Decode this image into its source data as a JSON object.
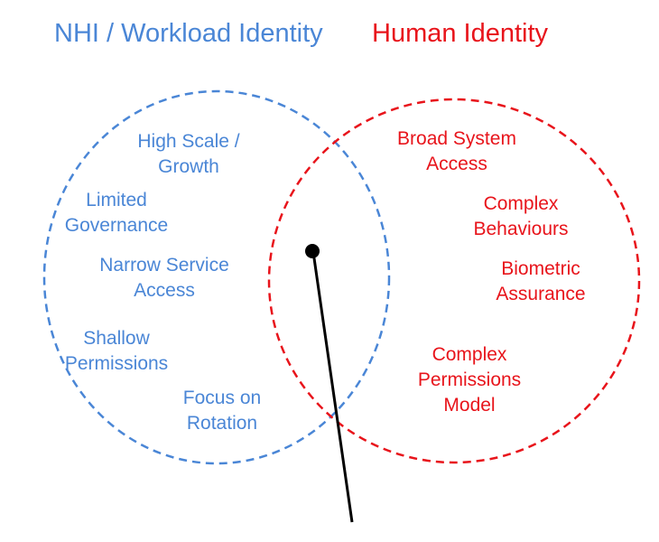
{
  "headings": {
    "nhi": "NHI / Workload Identity",
    "human": "Human Identity"
  },
  "nhi_traits": [
    [
      "High Scale /",
      "Growth"
    ],
    [
      "Limited",
      "Governance"
    ],
    [
      "Narrow Service",
      "Access"
    ],
    [
      "Shallow",
      "Permissions"
    ],
    [
      "Focus on",
      "Rotation"
    ]
  ],
  "human_traits": [
    [
      "Broad System",
      "Access"
    ],
    [
      "Complex",
      "Behaviours"
    ],
    [
      "Biometric",
      "Assurance"
    ],
    [
      "Complex",
      "Permissions",
      "Model"
    ]
  ],
  "colors": {
    "nhi": "#4a86d6",
    "human": "#e8141b",
    "pointer": "#000000"
  }
}
